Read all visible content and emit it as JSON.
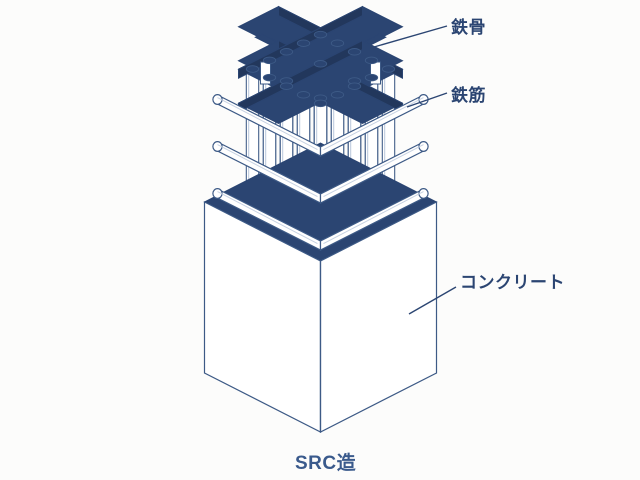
{
  "figure": {
    "caption": "SRC造",
    "background_color": "#fcfcfb",
    "ink_color": "#2b4572",
    "outline_color": "#3d5a86",
    "fill_color": "#ffffff",
    "text_color": "#2b4572",
    "caption_color": "#3a5a8c"
  },
  "labels": [
    {
      "id": "steel",
      "text": "鉄骨",
      "meaning": "steel-frame"
    },
    {
      "id": "rebar",
      "text": "鉄筋",
      "meaning": "reinforcing-bar"
    },
    {
      "id": "concrete",
      "text": "コンクリート",
      "meaning": "concrete"
    }
  ],
  "components": {
    "steel_frame": {
      "name": "cross-shaped-steel-beam",
      "count": 2
    },
    "rebar_cage": {
      "vertical_bars": 25,
      "hoops": 3
    },
    "concrete_block": {
      "name": "isometric-concrete-cube"
    }
  }
}
